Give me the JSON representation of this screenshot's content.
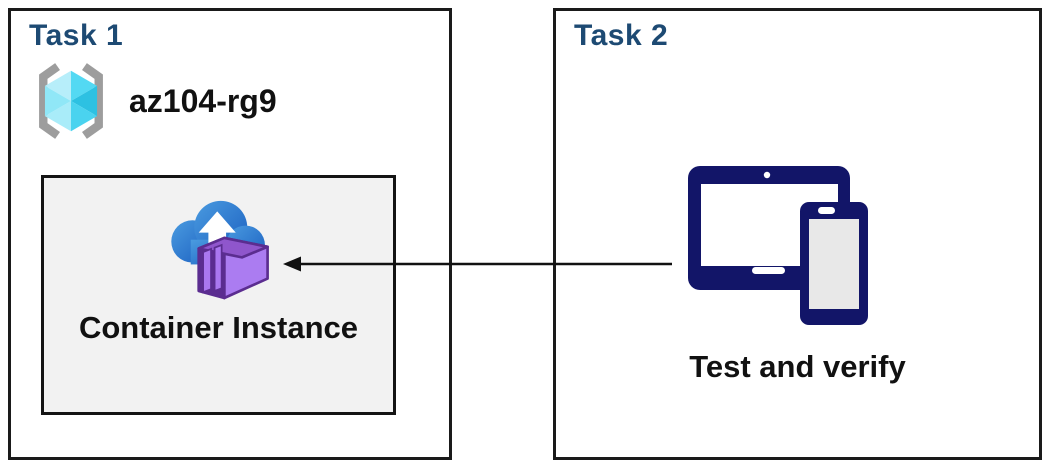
{
  "diagram": {
    "description": "Two-task Azure diagram: deploy a container instance in a resource group (Task 1), then test and verify from devices (Task 2)"
  },
  "task1": {
    "title": "Task 1",
    "resource_group": {
      "name": "az104-rg9",
      "icon": "resource-group-icon"
    },
    "container_box": {
      "label": "Container Instance",
      "icon": "container-instance-icon"
    }
  },
  "task2": {
    "title": "Task 2",
    "devices": {
      "icon": "tablet-phone-icon",
      "caption": "Test and verify"
    }
  },
  "arrow": {
    "from": "task2-devices",
    "to": "task1-container-instance",
    "direction": "right-to-left"
  },
  "colors": {
    "background": "#ffffff",
    "panel_border": "#1a1a1a",
    "title_blue": "#1d4a73",
    "label_black": "#111111",
    "inner_box_bg": "#f2f2f2",
    "device_navy": "#121568",
    "phone_screen_gray": "#e8e8e8",
    "bracket_gray": "#9d9d9d",
    "cube_light_cyan": "#b7eefa",
    "cube_medium_cyan": "#53d9f3",
    "cube_dark_cyan": "#2dc1e2",
    "cloud_blue_light": "#4a9be0",
    "cloud_blue_dark": "#1b5fc0",
    "container_purple_light": "#ab7cf1",
    "container_purple_mid": "#8f56cc",
    "container_purple_dark": "#5b2d90",
    "arrow_black": "#111111"
  }
}
